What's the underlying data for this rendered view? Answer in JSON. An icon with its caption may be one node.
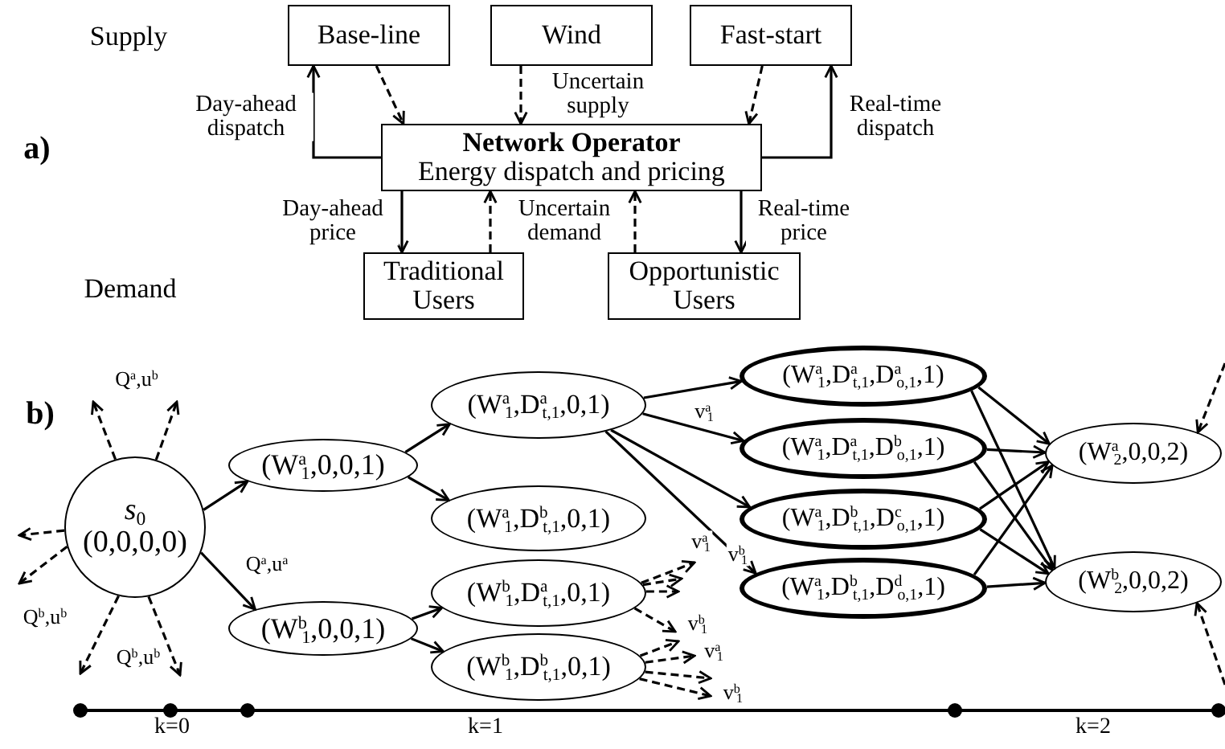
{
  "diagram": {
    "nodes": [
      {
        "text": [
          "Base-line"
        ]
      },
      {
        "text": [
          "Wind"
        ]
      },
      {
        "text": [
          "Fast-start"
        ]
      },
      {
        "text": [
          "Network Operator",
          "Energy dispatch and pricing"
        ]
      },
      {
        "text": [
          "Traditional Users"
        ]
      },
      {
        "text": [
          "Opportunistic Users"
        ]
      },
      {
        "text": [
          "*s*$_{0}$",
          "(0,0,0,0)"
        ]
      },
      {
        "text": [
          "(W$^{a}$$_{1}$,0,0,1)"
        ]
      },
      {
        "text": [
          "(W$^{b}$$_{1}$,0,0,1)"
        ]
      },
      {
        "text": [
          "(W$^{a}$$_{1}$,D$^{a}$$_{t,1}$,0,1)"
        ]
      },
      {
        "text": [
          "(W$^{a}$$_{1}$,D$^{b}$$_{t,1}$,0,1)"
        ]
      },
      {
        "text": [
          "(W$^{b}$$_{1}$,D$^{a}$$_{t,1}$,0,1)"
        ]
      },
      {
        "text": [
          "(W$^{b}$$_{1}$,D$^{b}$$_{t,1}$,0,1)"
        ]
      },
      {
        "text": [
          "(W$^{a}$$_{1}$,D$^{a}$$_{t,1}$,D$^{a}$$_{o,1}$,1)"
        ]
      },
      {
        "text": [
          "(W$^{a}$$_{1}$,D$^{a}$$_{t,1}$,D$^{b}$$_{o,1}$,1)"
        ]
      },
      {
        "text": [
          "(W$^{a}$$_{1}$,D$^{b}$$_{t,1}$,D$^{c}$$_{o,1}$,1)"
        ]
      },
      {
        "text": [
          "(W$^{a}$$_{1}$,D$^{b}$$_{t,1}$,D$^{d}$$_{o,1}$,1)"
        ]
      },
      {
        "text": [
          "(W$^{a}$$_{2}$,0,0,2)"
        ]
      },
      {
        "text": [
          "(W$^{b}$$_{2}$,0,0,2)"
        ]
      }
    ],
    "edges": [
      {
        "from": 3,
        "to": 0,
        "arrow": "to",
        "label": "Day-ahead dispatch"
      },
      {
        "from": 0,
        "to": 3,
        "arrow": "to",
        "style": "dashed"
      },
      {
        "from": 1,
        "to": 3,
        "arrow": "to",
        "style": "dashed",
        "label": "Uncertain supply"
      },
      {
        "from": 2,
        "to": 3,
        "arrow": "to",
        "style": "dashed"
      },
      {
        "from": 3,
        "to": 2,
        "arrow": "to",
        "label": "Real-time dispatch"
      },
      {
        "from": 3,
        "to": 4,
        "arrow": "to",
        "label": "Day-ahead price"
      },
      {
        "from": 4,
        "to": 3,
        "arrow": "to",
        "style": "dashed",
        "label": "Uncertain demand"
      },
      {
        "from": 5,
        "to": 3,
        "arrow": "to",
        "style": "dashed"
      },
      {
        "from": 3,
        "to": 5,
        "arrow": "to",
        "label": "Real-time price"
      },
      {
        "from": 6,
        "to": null,
        "arrow": "to",
        "style": "dashed",
        "label": "Q$^{a}$,u$^{b}$"
      },
      {
        "from": 6,
        "to": null,
        "arrow": "to",
        "style": "dashed"
      },
      {
        "from": 6,
        "to": null,
        "arrow": "to",
        "style": "dashed"
      },
      {
        "from": 6,
        "to": null,
        "arrow": "to",
        "style": "dashed",
        "label": "Q$^{b}$,u$^{b}$"
      },
      {
        "from": 6,
        "to": null,
        "arrow": "to",
        "style": "dashed",
        "label": "Q$^{b}$,u$^{b}$"
      },
      {
        "from": 6,
        "to": null,
        "arrow": "to",
        "style": "dashed"
      },
      {
        "from": 6,
        "to": 7,
        "arrow": "to"
      },
      {
        "from": 6,
        "to": 8,
        "arrow": "to",
        "label": "Q$^{a}$,u$^{a}$"
      },
      {
        "from": 7,
        "to": 9,
        "arrow": "to"
      },
      {
        "from": 7,
        "to": 10,
        "arrow": "to"
      },
      {
        "from": 8,
        "to": 11,
        "arrow": "to"
      },
      {
        "from": 8,
        "to": 12,
        "arrow": "to"
      },
      {
        "from": 9,
        "to": 13,
        "arrow": "to"
      },
      {
        "from": 9,
        "to": 14,
        "arrow": "to",
        "label": "v$^{a}$$_{1}$"
      },
      {
        "from": 9,
        "to": 15,
        "arrow": "to"
      },
      {
        "from": 9,
        "to": 16,
        "arrow": "to",
        "label": "v$^{b}$$_{1}$"
      },
      {
        "from": 11,
        "to": null,
        "arrow": "to",
        "style": "dashed",
        "label": "v$^{a}$$_{1}$"
      },
      {
        "from": 11,
        "to": null,
        "arrow": "to",
        "style": "dashed"
      },
      {
        "from": 11,
        "to": null,
        "arrow": "to",
        "style": "dashed"
      },
      {
        "from": 11,
        "to": null,
        "arrow": "to",
        "style": "dashed",
        "label": "v$^{b}$$_{1}$"
      },
      {
        "from": 12,
        "to": null,
        "arrow": "to",
        "style": "dashed"
      },
      {
        "from": 12,
        "to": null,
        "arrow": "to",
        "style": "dashed",
        "label": "v$^{a}$$_{1}$"
      },
      {
        "from": 12,
        "to": null,
        "arrow": "to",
        "style": "dashed"
      },
      {
        "from": 12,
        "to": null,
        "arrow": "to",
        "style": "dashed",
        "label": "v$^{b}$$_{1}$"
      },
      {
        "from": 13,
        "to": 17,
        "arrow": "to"
      },
      {
        "from": 13,
        "to": 18,
        "arrow": "to"
      },
      {
        "from": 14,
        "to": 17,
        "arrow": "to"
      },
      {
        "from": 14,
        "to": 18,
        "arrow": "to"
      },
      {
        "from": 15,
        "to": 17,
        "arrow": "to"
      },
      {
        "from": 15,
        "to": 18,
        "arrow": "to"
      },
      {
        "from": 16,
        "to": 17,
        "arrow": "to"
      },
      {
        "from": 16,
        "to": 18,
        "arrow": "to"
      },
      {
        "from": null,
        "to": 17,
        "arrow": "to",
        "style": "dashed"
      },
      {
        "from": null,
        "to": 18,
        "arrow": "to",
        "style": "dashed"
      }
    ],
    "labels": [
      "Supply",
      "a)",
      "Demand",
      "b)",
      "k=0",
      "k=1",
      "k=2"
    ]
  }
}
